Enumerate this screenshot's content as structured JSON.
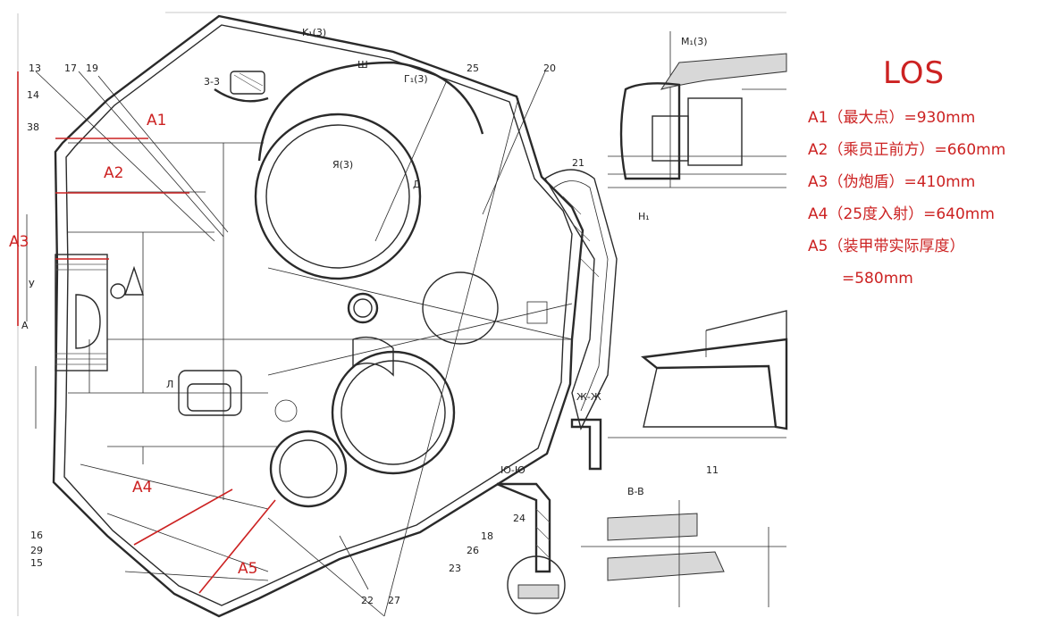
{
  "legend": {
    "title": "LOS",
    "items": [
      "A1（最大点）=930mm",
      "A2（乘员正前方）=660mm",
      "A3（伪炮盾）=410mm",
      "A4（25度入射）=640mm",
      "A5（装甲带实际厚度）",
      "=580mm"
    ]
  },
  "markers": {
    "a1": "A1",
    "a2": "A2",
    "a3": "A3",
    "a4": "A4",
    "a5": "A5"
  },
  "part_numbers": {
    "p13": "13",
    "p17": "17",
    "p19": "19",
    "p14": "14",
    "p38": "38",
    "p25": "25",
    "p20": "20",
    "p21": "21",
    "p11": "11",
    "p23": "23",
    "p26": "26",
    "p18": "18",
    "p24": "24",
    "p22": "22",
    "p27": "27",
    "p16": "16",
    "p29": "29",
    "p15": "15"
  },
  "section_labels": {
    "s33": "3-3",
    "sw": "Ш",
    "sk": "K₁(3)",
    "sg": "Г₁(3)",
    "sya": "Я(3)",
    "sz": "Ж-Ж",
    "sv": "B-B",
    "sh": "H₁",
    "sm": "M₁(3)",
    "su": "У",
    "sa": "A",
    "sl": "Л",
    "sd": "Д",
    "syu": "Ю-Ю"
  }
}
